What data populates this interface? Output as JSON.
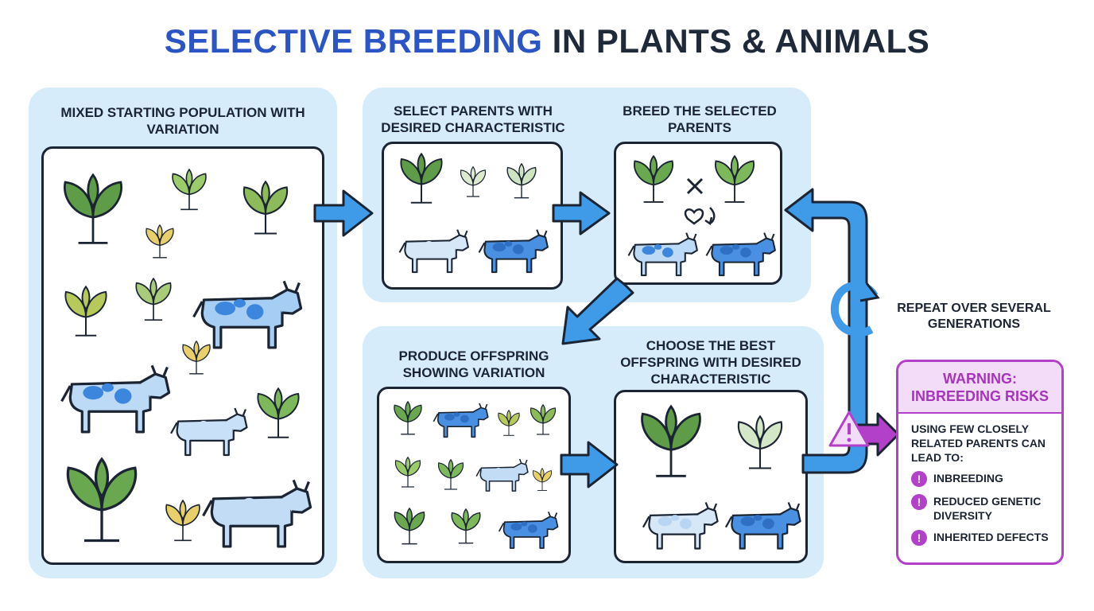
{
  "title": {
    "highlight": "SELECTIVE BREEDING",
    "rest": " IN PLANTS & ANIMALS"
  },
  "steps": {
    "population": "MIXED STARTING POPULATION WITH VARIATION",
    "select": "SELECT PARENTS WITH DESIRED CHARACTERISTIC",
    "breed": "BREED THE SELECTED PARENTS",
    "offspring": "PRODUCE OFFSPRING SHOWING VARIATION",
    "choose": "CHOOSE THE BEST OFFSPRING WITH DESIRED CHARACTERISTIC"
  },
  "repeat": "REPEAT OVER SEVERAL GENERATIONS",
  "warning": {
    "title": "WARNING: INBREEDING RISKS",
    "intro": "USING FEW CLOSELY RELATED PARENTS CAN LEAD TO:",
    "risks": [
      "INBREEDING",
      "REDUCED GENETIC DIVERSITY",
      "INHERITED DEFECTS"
    ]
  },
  "colors": {
    "accent": "#2b55c4",
    "arrow": "#3f9be8",
    "panel": "#d6ecfb",
    "warning": "#b340c8",
    "leaf_green": "#6aa84f",
    "cow_blue": "#4a90e2"
  },
  "icons": [
    "plant-icon",
    "cow-icon",
    "cross-icon",
    "heart-icon",
    "cycle-icon",
    "warning-icon",
    "exclamation-icon"
  ]
}
